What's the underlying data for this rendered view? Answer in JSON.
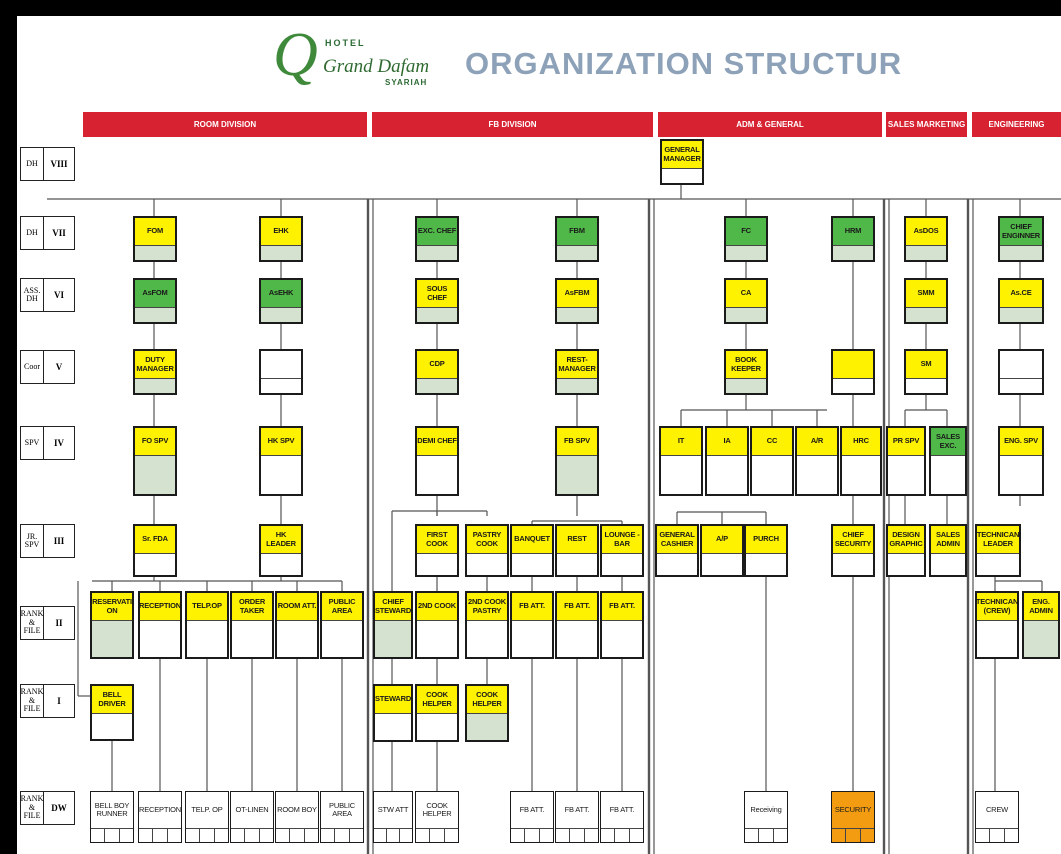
{
  "header": {
    "logo": {
      "hotel": "HOTEL",
      "script": "Grand Dafam",
      "tag": "SYARIAH"
    },
    "title": "ORGANIZATION STRUCTUR"
  },
  "divisions": [
    {
      "id": "room",
      "label": "ROOM DIVISION"
    },
    {
      "id": "fb",
      "label": "FB DIVISION"
    },
    {
      "id": "adm",
      "label": "ADM & GENERAL"
    },
    {
      "id": "sales",
      "label": "SALES MARKETING"
    },
    {
      "id": "eng",
      "label": "ENGINEERING"
    }
  ],
  "ranks": [
    {
      "a": "DH",
      "b": "VIII"
    },
    {
      "a": "DH",
      "b": "VII"
    },
    {
      "a": "ASS. DH",
      "b": "VI"
    },
    {
      "a": "Coor",
      "b": "V"
    },
    {
      "a": "SPV",
      "b": "IV"
    },
    {
      "a": "JR. SPV",
      "b": "III"
    },
    {
      "a": "RANK & FILE",
      "b": "II"
    },
    {
      "a": "RANK & FILE",
      "b": "I"
    },
    {
      "a": "RANK & FILE",
      "b": "DW"
    }
  ],
  "positions": {
    "gm": "GENERAL MANAGER",
    "fom": "FOM",
    "ehk": "EHK",
    "exc_chef": "EXC. CHEF",
    "fbm": "FBM",
    "fc": "FC",
    "hrm": "HRM",
    "asdos": "AsDOS",
    "chief_eng": "CHIEF ENGINNER",
    "asfom": "AsFOM",
    "asehk": "AsEHK",
    "sous_chef": "SOUS CHEF",
    "asfbm": "AsFBM",
    "ca": "CA",
    "smm": "SMM",
    "asce": "As.CE",
    "duty_mgr": "DUTY MANAGER",
    "cdp": "CDP",
    "rest_mgr": "REST- MANAGER",
    "book_keeper": "BOOK KEEPER",
    "sm": "SM",
    "fo_spv": "FO SPV",
    "hk_spv": "HK SPV",
    "demi_chef": "DEMI CHEF",
    "fb_spv": "FB SPV",
    "it": "IT",
    "ia": "IA",
    "cc": "CC",
    "ar": "A/R",
    "hrc": "HRC",
    "pr_spv": "PR SPV",
    "sales_exc": "SALES EXC.",
    "eng_spv": "ENG. SPV",
    "sr_fda": "Sr. FDA",
    "hk_leader": "HK LEADER",
    "first_cook": "FIRST COOK",
    "pastry_cook": "PASTRY COOK",
    "banquet": "BANQUET",
    "rest": "REST",
    "lounge_bar": "LOUNGE - BAR",
    "gen_cashier": "GENERAL CASHIER",
    "ap": "A/P",
    "purch": "PURCH",
    "chief_security": "CHIEF SECURITY",
    "design_graphic": "DESIGN GRAPHIC",
    "sales_admin": "SALES ADMIN",
    "tech_leader": "TECHNICAN LEADER",
    "reservation": "RESERVATI ON",
    "reception": "RECEPTION",
    "telp_op": "TELP.OP",
    "order_taker": "ORDER TAKER",
    "room_att": "ROOM ATT.",
    "public_area": "PUBLIC AREA",
    "chief_steward": "CHIEF STEWARD",
    "second_cook": "2ND COOK",
    "second_cook_pastry": "2ND COOK PASTRY",
    "fb_att_1": "FB ATT.",
    "fb_att_2": "FB ATT.",
    "fb_att_3": "FB ATT.",
    "tech_crew": "TECHNICAN (CREW)",
    "eng_admin": "ENG. ADMIN",
    "bell_driver": "BELL DRIVER",
    "steward": "STEWARD",
    "cook_helper_1": "COOK HELPER",
    "cook_helper_2": "COOK HELPER",
    "dw_bellboy": "BELL BOY RUNNER",
    "dw_reception": "RECEPTION",
    "dw_telp": "TELP. OP",
    "dw_otlinen": "OT-LINEN",
    "dw_roomboy": "ROOM BOY",
    "dw_public": "PUBLIC AREA",
    "dw_stw": "STW ATT",
    "dw_cookhelper": "COOK HELPER",
    "dw_fbatt_1": "FB ATT.",
    "dw_fbatt_2": "FB ATT.",
    "dw_fbatt_3": "FB ATT.",
    "dw_receiving": "Receiving",
    "dw_security": "SECURITY",
    "dw_crew": "CREW"
  },
  "colors": {
    "division_bar": "#d62231",
    "position_yellow": "#fff200",
    "position_green": "#50b848",
    "position_orange": "#f39c12",
    "title": "#8da2b8"
  }
}
